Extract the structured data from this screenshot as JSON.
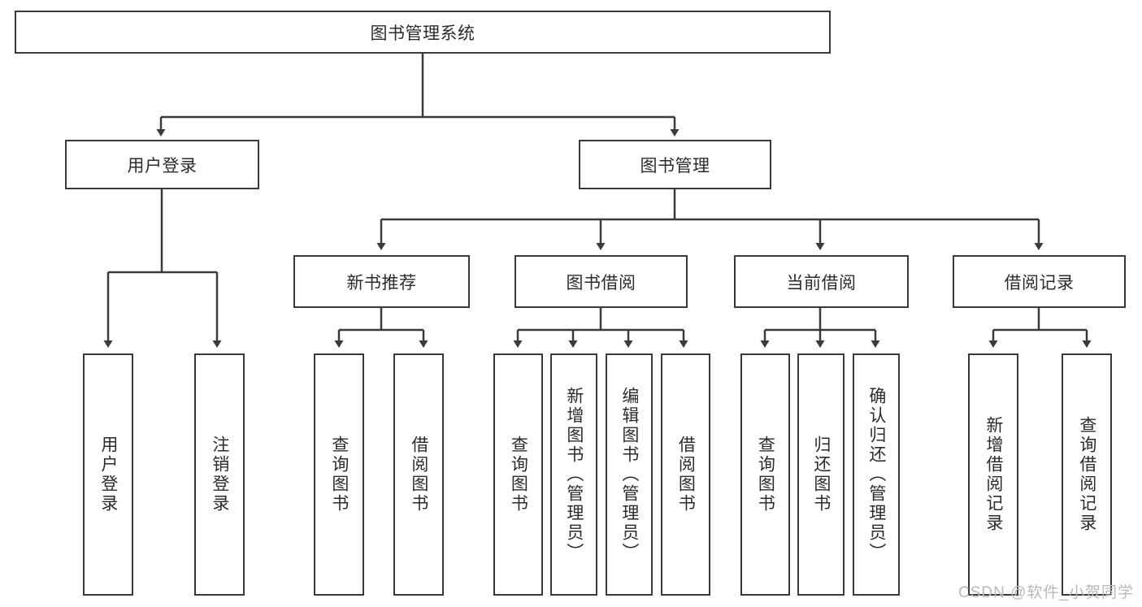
{
  "diagram": {
    "title": "图书管理系统",
    "type": "tree-hierarchy-diagram",
    "root": {
      "id": "root",
      "label": "图书管理系统"
    },
    "level2": [
      {
        "id": "user-login",
        "label": "用户登录"
      },
      {
        "id": "book-manage",
        "label": "图书管理"
      }
    ],
    "level3": [
      {
        "id": "new-book-recommend",
        "label": "新书推荐"
      },
      {
        "id": "book-borrow",
        "label": "图书借阅"
      },
      {
        "id": "current-borrow",
        "label": "当前借阅"
      },
      {
        "id": "borrow-record",
        "label": "借阅记录"
      }
    ],
    "leaves": {
      "user_login": [
        {
          "id": "leaf-user-login",
          "label": "用户登录"
        },
        {
          "id": "leaf-logout-login",
          "label": "注销登录"
        }
      ],
      "new_book_recommend": [
        {
          "id": "leaf-query-book-1",
          "label": "查询图书"
        },
        {
          "id": "leaf-borrow-book-1",
          "label": "借阅图书"
        }
      ],
      "book_borrow": [
        {
          "id": "leaf-query-book-2",
          "label": "查询图书"
        },
        {
          "id": "leaf-add-book",
          "label": "新增图书（管理员）"
        },
        {
          "id": "leaf-edit-book",
          "label": "编辑图书（管理员）"
        },
        {
          "id": "leaf-borrow-book-2",
          "label": "借阅图书"
        }
      ],
      "current_borrow": [
        {
          "id": "leaf-query-book-3",
          "label": "查询图书"
        },
        {
          "id": "leaf-return-book",
          "label": "归还图书"
        },
        {
          "id": "leaf-confirm-return",
          "label": "确认归还（管理员）"
        }
      ],
      "borrow_record": [
        {
          "id": "leaf-add-record",
          "label": "新增借阅记录"
        },
        {
          "id": "leaf-query-record",
          "label": "查询借阅记录"
        }
      ]
    },
    "colors": {
      "box_border": "#3a3a3a",
      "box_fill": "#ffffff",
      "text": "#2b2b2b",
      "connector": "#3a3a3a",
      "watermark": "#b9b9b9"
    }
  },
  "watermark": {
    "text": "CSDN @软件_小贺同学"
  }
}
